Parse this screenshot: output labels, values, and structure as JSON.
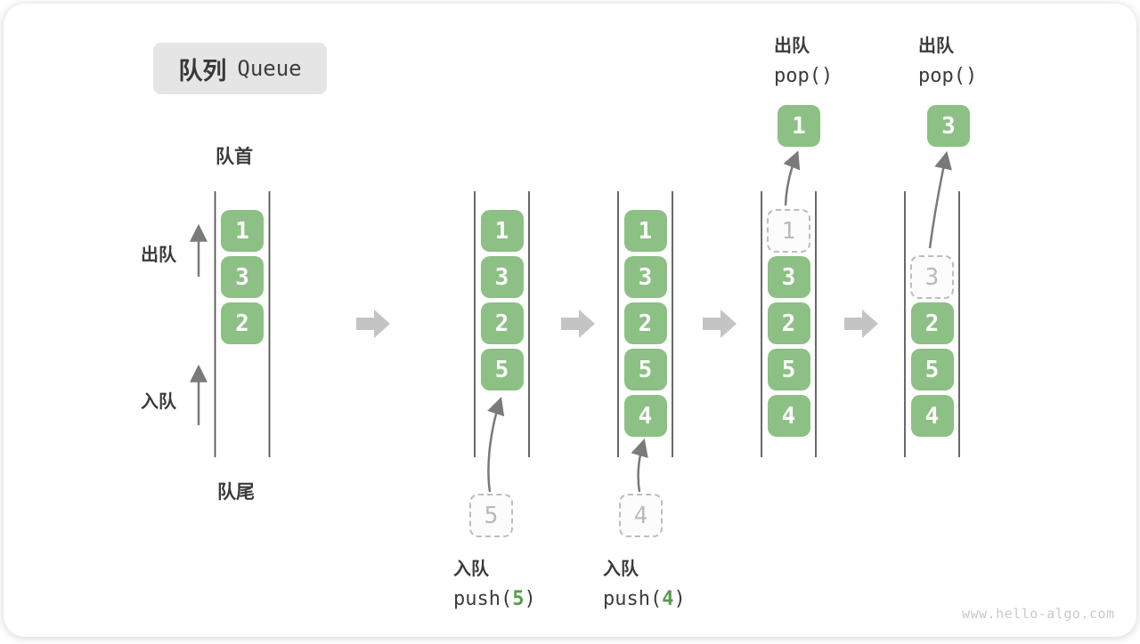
{
  "title": {
    "zh": "队列",
    "en": "Queue"
  },
  "labels": {
    "front": "队首",
    "rear": "队尾",
    "dequeue": "出队",
    "enqueue": "入队"
  },
  "operations": {
    "push5": {
      "label": "入队",
      "fn": "push(",
      "arg": "5",
      "close": ")"
    },
    "push4": {
      "label": "入队",
      "fn": "push(",
      "arg": "4",
      "close": ")"
    },
    "pop1": {
      "label": "出队",
      "fn": "pop()"
    },
    "pop2": {
      "label": "出队",
      "fn": "pop()"
    }
  },
  "states": [
    {
      "slots": [
        "1",
        "3",
        "2"
      ]
    },
    {
      "slots": [
        "1",
        "3",
        "2",
        "5"
      ],
      "pending": "5"
    },
    {
      "slots": [
        "1",
        "3",
        "2",
        "5",
        "4"
      ],
      "pending": "4"
    },
    {
      "ghost": "1",
      "slots": [
        "3",
        "2",
        "5",
        "4"
      ],
      "popped": "1"
    },
    {
      "ghost": "3",
      "slots": [
        "2",
        "5",
        "4"
      ],
      "popped": "3"
    }
  ],
  "watermark": "www.hello-algo.com",
  "colors": {
    "item_green": "#8CC084",
    "code_arg_green": "#549E47",
    "block_arrow_gray": "#C4C4C4",
    "thin_arrow_gray": "#7A7A7A",
    "column_line": "#4E4E4E",
    "text_dark": "#3B3B3B",
    "ghost_gray": "#BDBDBD",
    "badge_bg": "#E5E5E5"
  }
}
